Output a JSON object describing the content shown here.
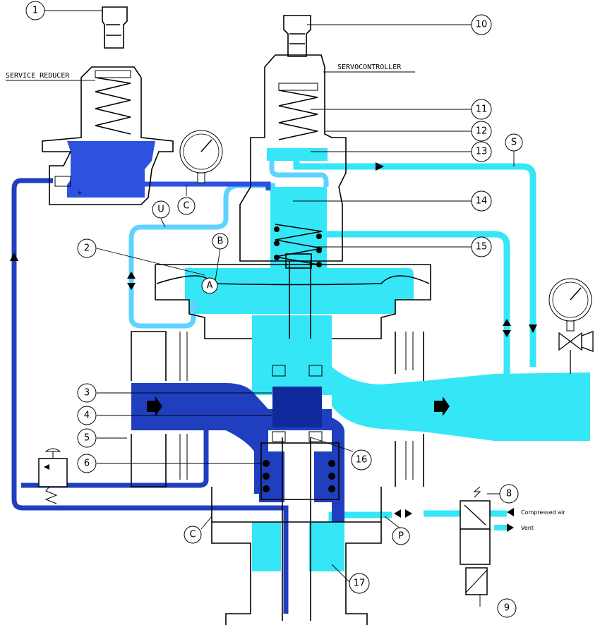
{
  "labels": {
    "service_reducer": "SERVICE REDUCER",
    "servocontroller": "SERVOCONTROLLER",
    "compressed_air": "Compressed air",
    "vent": "Vent",
    "plus": "+"
  },
  "callouts": {
    "c1": "1",
    "c2": "2",
    "c3": "3",
    "c4": "4",
    "c5": "5",
    "c6": "6",
    "c8": "8",
    "c9": "9",
    "c10": "10",
    "c11": "11",
    "c12": "12",
    "c13": "13",
    "c14": "14",
    "c15": "15",
    "c16": "16",
    "c17": "17"
  },
  "letters": {
    "u": "U",
    "c_top": "C",
    "s": "S",
    "b": "B",
    "a": "A",
    "c_bottom": "C",
    "p": "P"
  },
  "colors": {
    "inlet_pressure": "#1f3fbf",
    "inlet_dark": "#102a9e",
    "reducer_blue": "#2d52e0",
    "outlet_pressure": "#35e6f7",
    "motor_light": "#5fd3ff",
    "ink": "#000000"
  }
}
